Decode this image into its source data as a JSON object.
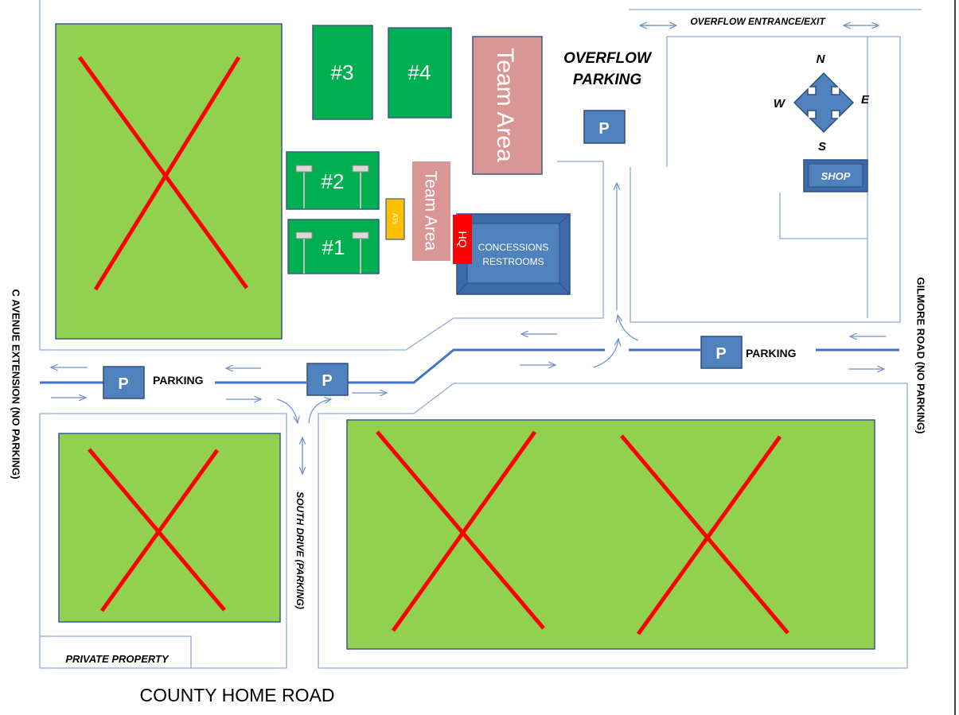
{
  "fields": {
    "f1": "#1",
    "f2": "#2",
    "f3": "#3",
    "f4": "#4"
  },
  "team_area_large": "Team Area",
  "team_area_small": "Team Area",
  "ats": "ATs",
  "hq": "HQ",
  "concessions": "CONCESSIONS",
  "restrooms": "RESTROOMS",
  "overflow_parking_line1": "OVERFLOW",
  "overflow_parking_line2": "PARKING",
  "overflow_entrance": "OVERFLOW ENTRANCE/EXIT",
  "shop": "SHOP",
  "compass": {
    "n": "N",
    "s": "S",
    "e": "E",
    "w": "W"
  },
  "parking_symbol": "P",
  "parking_label": "PARKING",
  "roads": {
    "c_avenue": "C AVENUE EXTENSION (NO PARKING)",
    "gilmore": "GILMORE ROAD (NO PARKING)",
    "south_drive": "SOUTH DRIVE (PARKING)",
    "county_home": "COUNTY HOME ROAD"
  },
  "private_property": "PRIVATE PROPERTY",
  "colors": {
    "closed_field": "#92d050",
    "open_field": "#00b050",
    "team_area": "#da9694",
    "ats": "#ffc000",
    "hq": "#ff0000",
    "building": "#4f81bd",
    "x_mark": "#ff0000"
  }
}
